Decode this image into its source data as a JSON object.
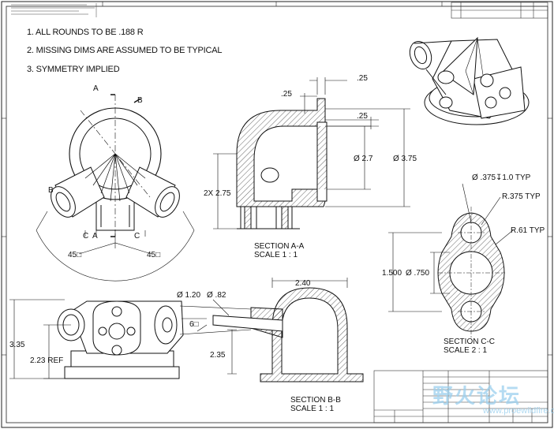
{
  "notes": [
    "1.  ALL ROUNDS TO BE .188 R",
    "2.  MISSING DIMS ARE ASSUMED TO BE TYPICAL",
    "3.  SYMMETRY IMPLIED"
  ],
  "top_view": {
    "label_a_top": "A",
    "label_b_top": "B",
    "label_b_left": "B",
    "label_c_left": "C",
    "label_a_bottom": "A",
    "label_c_right": "C",
    "angle_left": "45□",
    "angle_right": "45□"
  },
  "section_aa": {
    "title": "SECTION A-A",
    "scale": "SCALE 1 : 1",
    "dim_top": ".25",
    "dim_left": ".25",
    "dim_right": ".25",
    "dim_inner_dia": "Ø  2.7",
    "dim_outer_dia": "Ø  3.75",
    "dim_height": "2X 2.75"
  },
  "section_cc": {
    "title": "SECTION C-C",
    "scale": "SCALE 2 : 1",
    "dim_holes": "Ø  .375↧1.0 TYP",
    "dim_r375": "R.375 TYP",
    "dim_r61": "R.61 TYP",
    "dim_1500": "1.500",
    "dim_750": "Ø  .750"
  },
  "section_bb": {
    "title": "SECTION B-B",
    "scale": "SCALE 1 : 1",
    "dim_240": "2.40",
    "dim_120": "Ø  1.20",
    "dim_82": "Ø  .82",
    "dim_angle": "6□",
    "dim_235": "2.35"
  },
  "front_view": {
    "dim_335": "3.35",
    "dim_223": "2.23 REF"
  },
  "watermark": "野火论坛",
  "watermark_url": "www.proewildfire.cn"
}
